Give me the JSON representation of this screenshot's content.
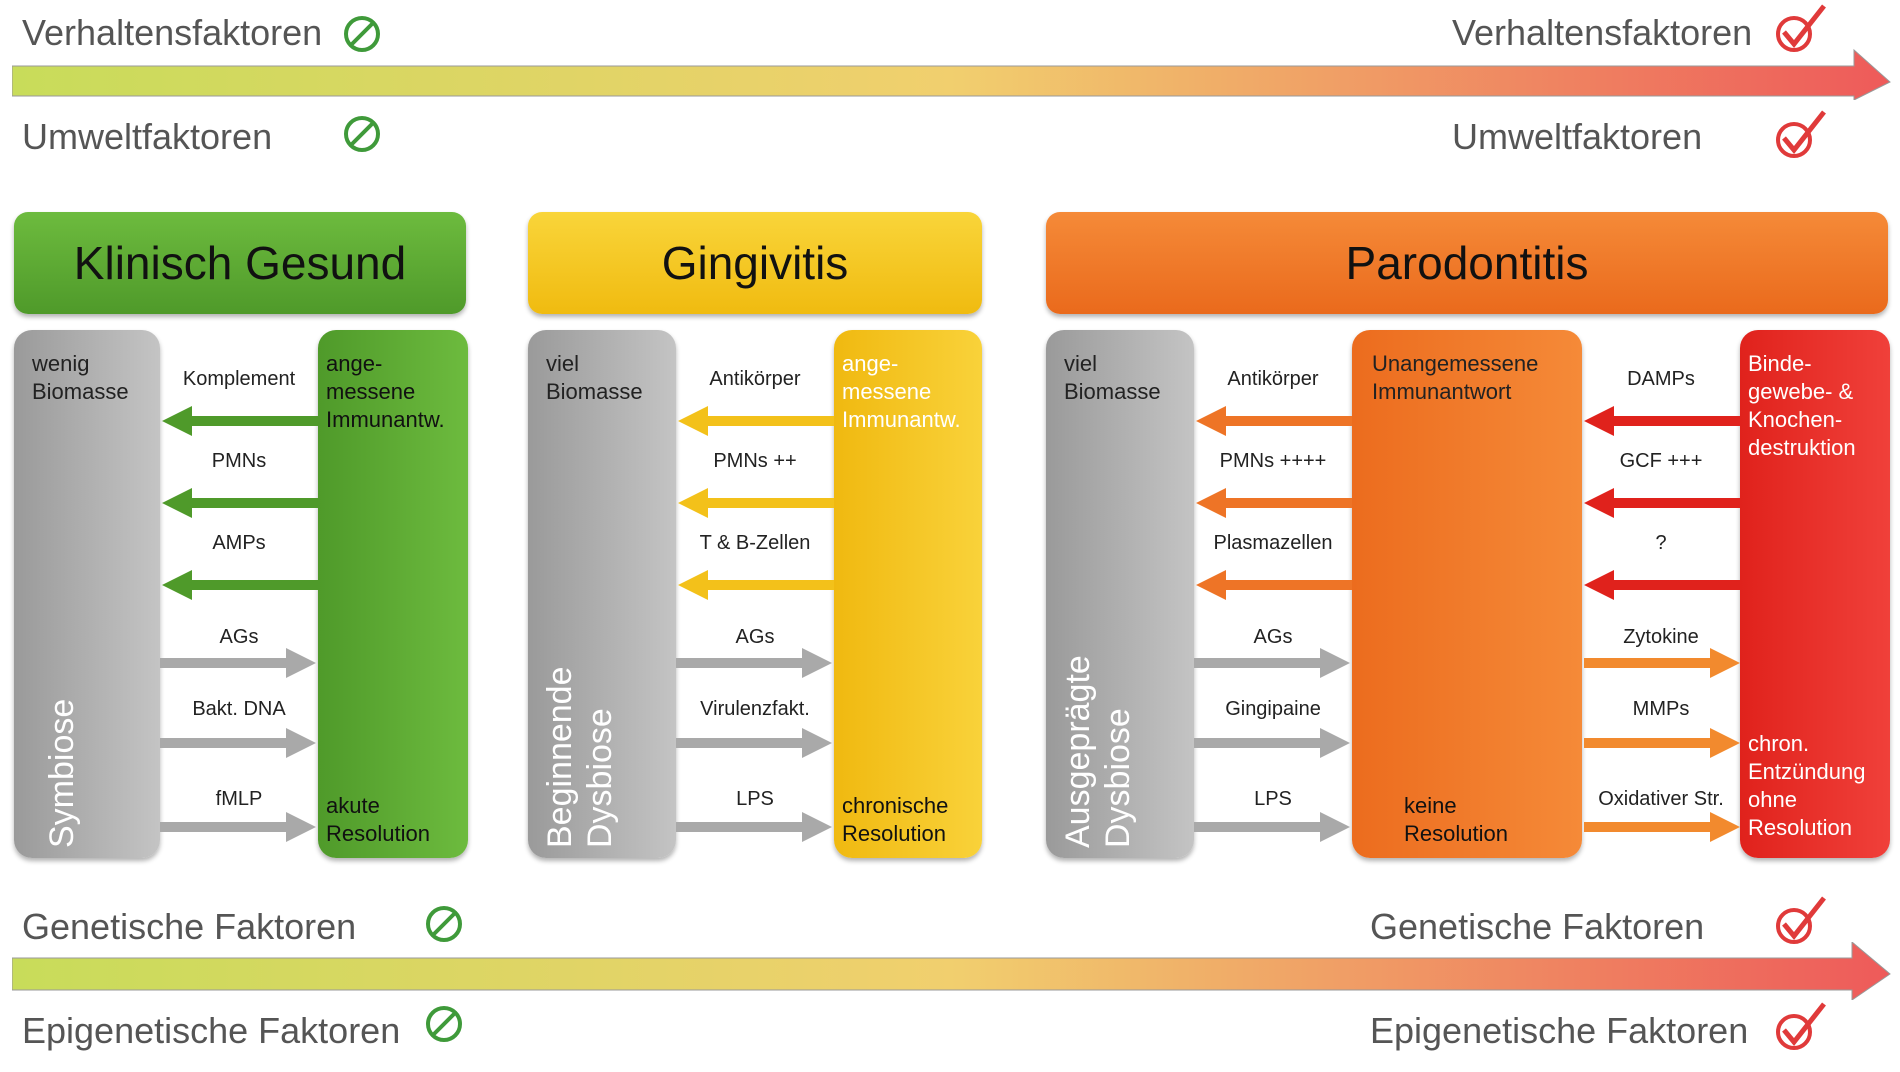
{
  "top_factors": {
    "left_1": "Verhaltensfaktoren",
    "left_2": "Umweltfaktoren",
    "right_1": "Verhaltensfaktoren",
    "right_2": "Umweltfaktoren"
  },
  "bottom_factors": {
    "left_1": "Genetische Faktoren",
    "left_2": "Epigenetische Faktoren",
    "right_1": "Genetische Faktoren",
    "right_2": "Epigenetische Faktoren"
  },
  "gradient_colors": {
    "start": "#c8dc5a",
    "mid": "#f1cf6e",
    "end": "#ee5a5a"
  },
  "icons": {
    "absent": "no-entry-symbol",
    "present": "check-in-circle"
  },
  "stages": [
    {
      "title": "Klinisch Gesund",
      "color": "#5ba832",
      "left_top": "wenig\nBiomasse",
      "left_vertical": "Symbiose",
      "right_top": "ange-\nmessene\nImmunantw.",
      "right_bottom": "akute\nResolution",
      "arrows": [
        "Komplement",
        "PMNs",
        "AMPs",
        "AGs",
        "Bakt. DNA",
        "fMLP"
      ]
    },
    {
      "title": "Gingivitis",
      "color": "#f5c418",
      "left_top": "viel\nBiomasse",
      "left_vertical": "Beginnende\nDysbiose",
      "right_top": "ange-\nmessene\nImmunantw.",
      "right_bottom": "chronische\nResolution",
      "arrows": [
        "Antikörper",
        "PMNs ++",
        "T & B-Zellen",
        "AGs",
        "Virulenzfakt.",
        "LPS"
      ]
    },
    {
      "title": "Parodontitis",
      "color": "#f07a28",
      "left_top": "viel\nBiomasse",
      "left_vertical": "Ausgeprägte\nDysbiose",
      "middle_top": "Unangemessene\nImmunantwort",
      "middle_bottom": "keine\nResolution",
      "right_top": "Binde-\ngewebe- &\nKnochen-\ndestruktion",
      "right_bottom": "chron.\nEntzündung\nohne\nResolution",
      "arrows": [
        "Antikörper",
        "PMNs ++++",
        "Plasmazellen",
        "AGs",
        "Gingipaine",
        "LPS"
      ],
      "arrows_right": [
        "DAMPs",
        "GCF +++",
        "?",
        "Zytokine",
        "MMPs",
        "Oxidativer Str."
      ]
    }
  ]
}
